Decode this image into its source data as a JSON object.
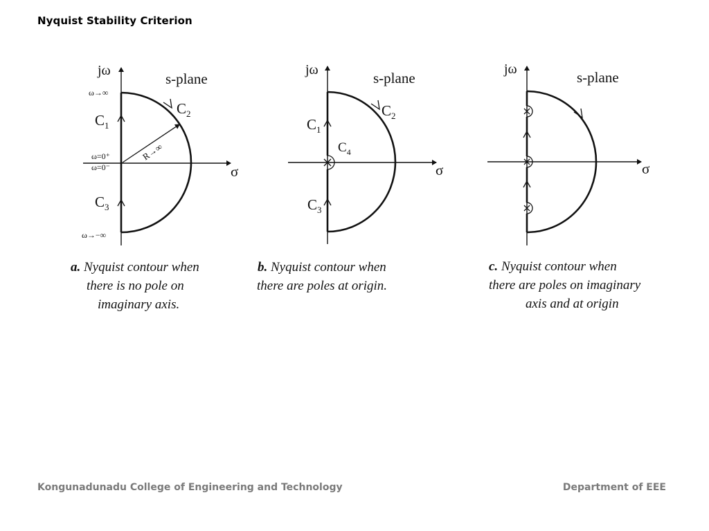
{
  "slide": {
    "title": "Nyquist Stability Criterion",
    "footer_left": "Kongunadunadu College of Engineering and Technology",
    "footer_right": "Department of EEE"
  },
  "diagrams": [
    {
      "id": "a",
      "imag_axis": "jω",
      "real_axis": "σ",
      "plane": "s-plane",
      "labels": {
        "w_inf": "ω→∞",
        "w_ninf": "ω→−∞",
        "w0p": "ω=0⁺",
        "w0m": "ω=0⁻",
        "c1": "C",
        "c1_sub": "1",
        "c2": "C",
        "c2_sub": "2",
        "c3": "C",
        "c3_sub": "3",
        "radius": "R→∞"
      },
      "caption_letter": "a.",
      "caption_lines": [
        "Nyquist contour when",
        "there is no pole on",
        "imaginary axis."
      ]
    },
    {
      "id": "b",
      "imag_axis": "jω",
      "real_axis": "σ",
      "plane": "s-plane",
      "labels": {
        "c1": "C",
        "c1_sub": "1",
        "c2": "C",
        "c2_sub": "2",
        "c3": "C",
        "c3_sub": "3",
        "c4": "C",
        "c4_sub": "4"
      },
      "caption_letter": "b.",
      "caption_lines": [
        "Nyquist contour when",
        "there are poles at origin."
      ]
    },
    {
      "id": "c",
      "imag_axis": "jω",
      "real_axis": "σ",
      "plane": "s-plane",
      "caption_letter": "c.",
      "caption_lines": [
        "Nyquist contour when",
        "there are poles on imaginary",
        "axis and at origin"
      ]
    }
  ]
}
